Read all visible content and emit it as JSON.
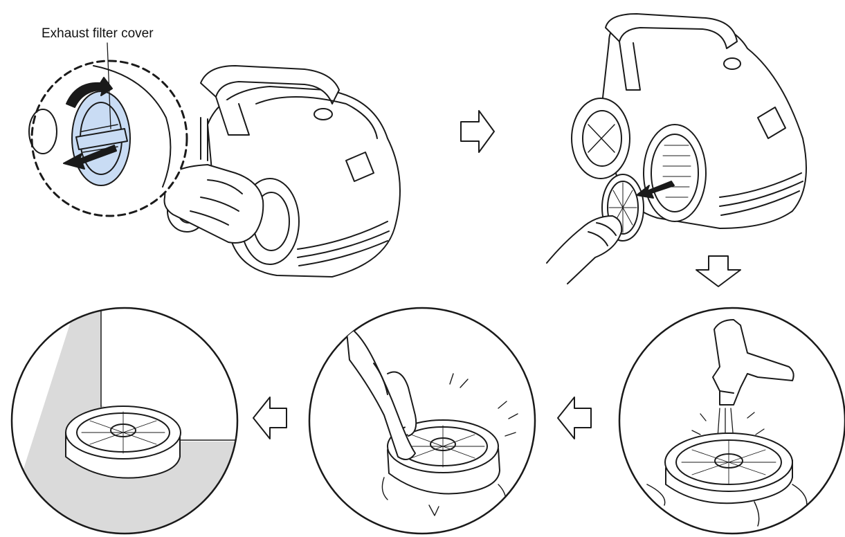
{
  "callout": {
    "label": "Exhaust filter cover"
  },
  "colors": {
    "cover_highlight": "#c9dcf4",
    "shade": "#dadada",
    "line": "#1a1a1a"
  },
  "steps": [
    {
      "id": "remove-cover",
      "icon": "vacuum-cleaner"
    },
    {
      "id": "remove-filter",
      "icon": "vacuum-cleaner-filter-out"
    },
    {
      "id": "rinse-filter",
      "icon": "faucet-rinse"
    },
    {
      "id": "shake-filter",
      "icon": "hand-shake-filter"
    },
    {
      "id": "dry-filter",
      "icon": "filter-drying"
    }
  ],
  "flow_arrows": [
    "right",
    "down",
    "left",
    "left"
  ]
}
